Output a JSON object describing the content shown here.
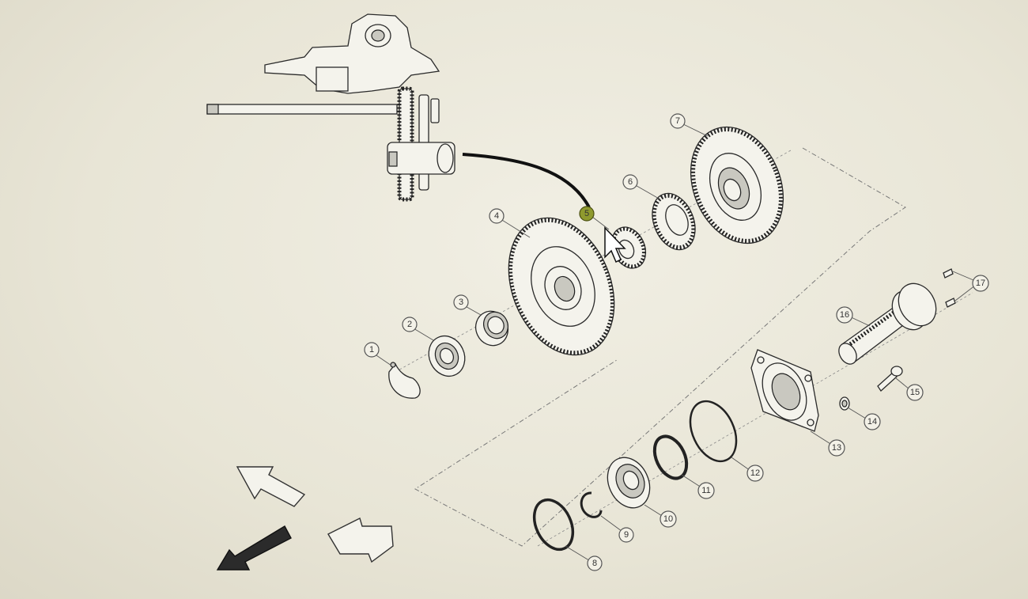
{
  "callouts": [
    {
      "id": "1",
      "label": "1"
    },
    {
      "id": "2",
      "label": "2"
    },
    {
      "id": "3",
      "label": "3"
    },
    {
      "id": "4",
      "label": "4"
    },
    {
      "id": "5",
      "label": "5",
      "highlighted": true
    },
    {
      "id": "6",
      "label": "6"
    },
    {
      "id": "7",
      "label": "7"
    },
    {
      "id": "8",
      "label": "8"
    },
    {
      "id": "9",
      "label": "9"
    },
    {
      "id": "10",
      "label": "10"
    },
    {
      "id": "11",
      "label": "11"
    },
    {
      "id": "12",
      "label": "12"
    },
    {
      "id": "13",
      "label": "13"
    },
    {
      "id": "14",
      "label": "14"
    },
    {
      "id": "15",
      "label": "15"
    },
    {
      "id": "16",
      "label": "16"
    },
    {
      "id": "17",
      "label": "17"
    }
  ],
  "navigation": {
    "arrows": [
      "rotate-up-arrow",
      "rotate-right-arrow",
      "rotate-down-left-arrow"
    ]
  },
  "colors": {
    "background": "#e9e6d8",
    "line": "#2a2a2a",
    "highlight": "#8f9a2e"
  }
}
